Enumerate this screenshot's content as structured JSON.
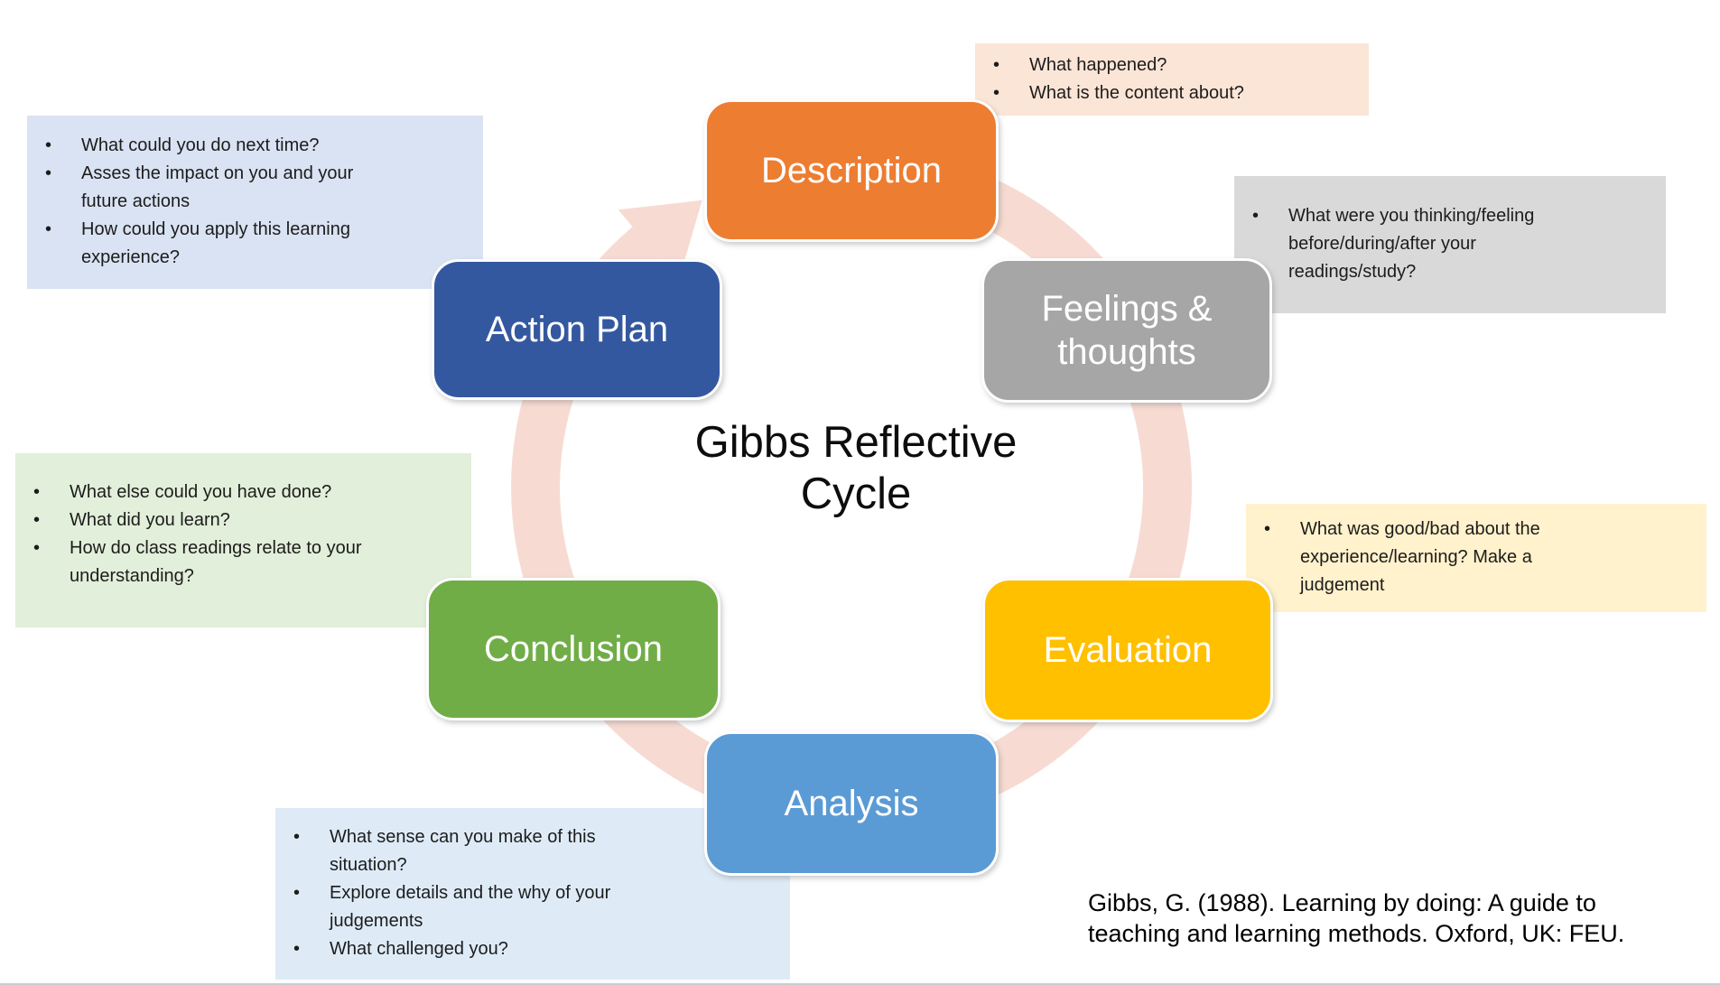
{
  "title": {
    "text": "Gibbs Reflective Cycle"
  },
  "stages": [
    {
      "label": "Description",
      "color": "#ED7D31"
    },
    {
      "label": "Feelings & thoughts",
      "color": "#A6A6A6"
    },
    {
      "label": "Evaluation",
      "color": "#FFC000"
    },
    {
      "label": "Analysis",
      "color": "#5B9BD5"
    },
    {
      "label": "Conclusion",
      "color": "#70AD47"
    },
    {
      "label": "Action Plan",
      "color": "#3458A0"
    }
  ],
  "callouts": {
    "description": {
      "bg": "#FBE5D6",
      "items": [
        "What happened?",
        "What is the content about?"
      ]
    },
    "feelings": {
      "bg": "#D9D9D9",
      "items": [
        "What were you thinking/feeling before/during/after your readings/study?"
      ]
    },
    "evaluation": {
      "bg": "#FFF2CC",
      "items": [
        "What was good/bad about the experience/learning? Make a judgement"
      ]
    },
    "analysis": {
      "bg": "#DEEBF7",
      "items": [
        "What sense can you make of this situation?",
        "Explore details and the why of your judgements",
        "What challenged you?"
      ]
    },
    "conclusion": {
      "bg": "#E2EFDA",
      "items": [
        "What else could you have done?",
        "What did you learn?",
        "How do class readings relate to your understanding?"
      ]
    },
    "action_plan": {
      "bg": "#DAE3F3",
      "items": [
        "What could you do next time?",
        "Asses the impact on you and your future actions",
        "How could you apply this learning experience?"
      ]
    }
  },
  "citation": {
    "text": "Gibbs, G. (1988). Learning by doing: A guide to teaching and learning methods. Oxford, UK: FEU."
  },
  "arrow_color": "#F7DBD2"
}
